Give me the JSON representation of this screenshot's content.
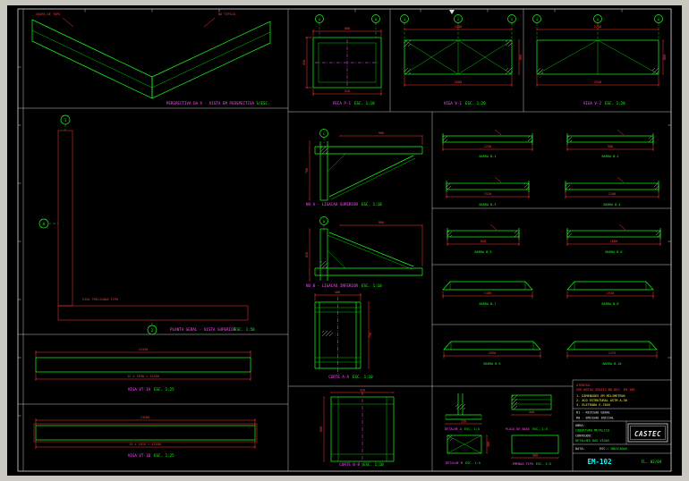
{
  "colors": {
    "background": "#000000",
    "margin": "#c9c8c0",
    "green": "#19ff19",
    "red": "#ff3b3b",
    "cyan": "#00ffff",
    "magenta": "#ff4dff",
    "yellow": "#ffff2e",
    "white": "#eeeeee"
  },
  "views": {
    "perspective": {
      "caption": "PERSPECTIVA DA V - VISTA EM PERSPECTIVA",
      "scale": "S/ESC.",
      "note1": "CHAPA DE TOPO",
      "note2": "NO TIPICO"
    },
    "plan": {
      "caption": "PLANTA GERAL - VISTA SUPERIOR",
      "scale": "ESC. 1:50",
      "note": "VIGA TRELICADA TIPO",
      "axis_top": "1",
      "axis_left": "A",
      "axis_bottom": "2"
    },
    "elev1": {
      "caption": "VIGA VT-1A",
      "scale": "ESC. 1:25",
      "dim_top": "12450",
      "dim_bottom": "12 x 1038 = 12450"
    },
    "elev2": {
      "caption": "VIGA VT-1B",
      "scale": "ESC. 1:25",
      "dim_top": "13200",
      "dim_bottom": "13 x 1015 = 13200"
    },
    "piece": {
      "caption": "PECA P-1",
      "scale": "ESC. 1:10",
      "dim_top": "600",
      "dim_left": "450",
      "dim_bottom": "520",
      "mark_a": "A",
      "mark_b": "B"
    },
    "truss1": {
      "caption": "VIGA V-1",
      "scale": "ESC. 1:20",
      "dim_top": "2400",
      "dim_bottom": "2600",
      "dim_right": "600",
      "mark_1": "1",
      "mark_2": "2",
      "mark_3": "3"
    },
    "truss2": {
      "caption": "VIGA V-2",
      "scale": "ESC. 1:20",
      "dim_top": "2750",
      "dim_bottom": "2950",
      "dim_right": "600",
      "mark_1": "4",
      "mark_2": "5",
      "mark_3": "6"
    },
    "node_a": {
      "caption": "NO A - LIGACAO SUPERIOR",
      "scale": "ESC. 1:10",
      "dim_top": "980",
      "dim_left": "760",
      "mark": "C"
    },
    "node_b": {
      "caption": "NO B - LIGACAO INFERIOR",
      "scale": "ESC. 1:10",
      "dim_top": "980",
      "dim_left": "820",
      "mark": "D"
    },
    "cut_a": {
      "caption": "CORTE A-A",
      "scale": "ESC. 1:10",
      "dim_top": "400",
      "dim_right": "750"
    },
    "cut_b": {
      "caption": "CORTE B-B",
      "scale": "ESC. 1:10",
      "dim_top": "420",
      "dim_left": "680"
    }
  },
  "bars": [
    {
      "label": "BARRA B-1",
      "dim": "1250"
    },
    {
      "label": "BARRA B-2",
      "dim": "980"
    },
    {
      "label": "BARRA B-3",
      "dim": "1520"
    },
    {
      "label": "BARRA B-4",
      "dim": "2100"
    },
    {
      "label": "BARRA B-5",
      "dim": "840"
    },
    {
      "label": "BARRA B-6",
      "dim": "1660"
    },
    {
      "label": "BARRA B-7",
      "dim": "1180"
    },
    {
      "label": "BARRA B-8",
      "dim": "1930"
    },
    {
      "label": "BARRA B-9",
      "dim": "2050"
    },
    {
      "label": "BARRA B-10",
      "dim": "1475"
    }
  ],
  "details": [
    {
      "caption": "DETALHE A",
      "scale": "ESC. 1:5",
      "dim": "250"
    },
    {
      "caption": "PLACA DE BASE",
      "scale": "ESC. 1:5",
      "dim": "400"
    },
    {
      "caption": "DETALHE B",
      "scale": "ESC. 1:5",
      "dim": "300"
    },
    {
      "caption": "EMENDA TIPO",
      "scale": "ESC. 1:5",
      "dim": "500"
    }
  ],
  "notes": {
    "warn1": "ATENCAO:",
    "warn2": "VER NOTAS GERAIS NO DES. EM-100",
    "n1": "1- DIMENSOES EM MILIMETROS",
    "n2": "2- ACO ESTRUTURAL ASTM A-36",
    "n3": "3- ELETRODO E-70XX"
  },
  "titleblock": {
    "rev1": "R1 - REVISAO GERAL",
    "rev2": "R0 - EMISSAO INICIAL",
    "company": "CASTEC",
    "obra_label": "OBRA:",
    "obra": "COBERTURA METALICA",
    "conteudo_label": "CONTEUDO:",
    "conteudo": "DETALHES DAS VIGAS",
    "data_label": "DATA:",
    "esc_label": "ESC.:",
    "esc": "INDICADAS",
    "num": "EM-102",
    "folha": "FL. 02/04"
  }
}
